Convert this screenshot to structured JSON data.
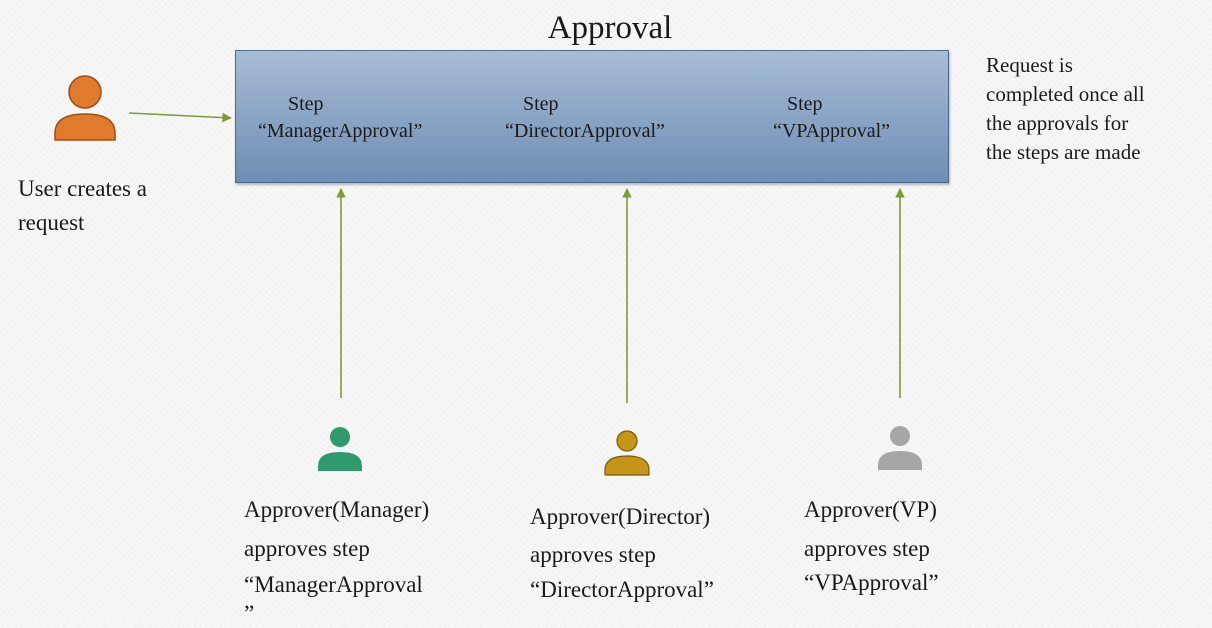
{
  "title": "Approval",
  "steps": [
    {
      "keyword": "Step",
      "name": "“ManagerApproval”"
    },
    {
      "keyword": "Step",
      "name": "“DirectorApproval”"
    },
    {
      "keyword": "Step",
      "name": "“VPApproval”"
    }
  ],
  "user": {
    "lines": [
      "User creates a",
      "request"
    ],
    "icon_color": "#e07a2c"
  },
  "completion_note": {
    "lines": [
      "Request is",
      "completed once all",
      "the approvals for",
      "the steps are made"
    ]
  },
  "approvers": [
    {
      "lines": [
        "Approver(Manager)",
        "approves step",
        "“ManagerApproval",
        "”"
      ],
      "icon_color": "#2e9a6e"
    },
    {
      "lines": [
        "Approver(Director)",
        "approves step",
        "“DirectorApproval”"
      ],
      "icon_color": "#c59518"
    },
    {
      "lines": [
        "Approver(VP)",
        "approves step",
        "“VPApproval”"
      ],
      "icon_color": "#a6a6a6"
    }
  ],
  "colors": {
    "arrow": "#7f9a34",
    "box_top": "#a7bcd5",
    "box_bottom": "#6f8db4",
    "box_border": "#4a6b8e"
  }
}
